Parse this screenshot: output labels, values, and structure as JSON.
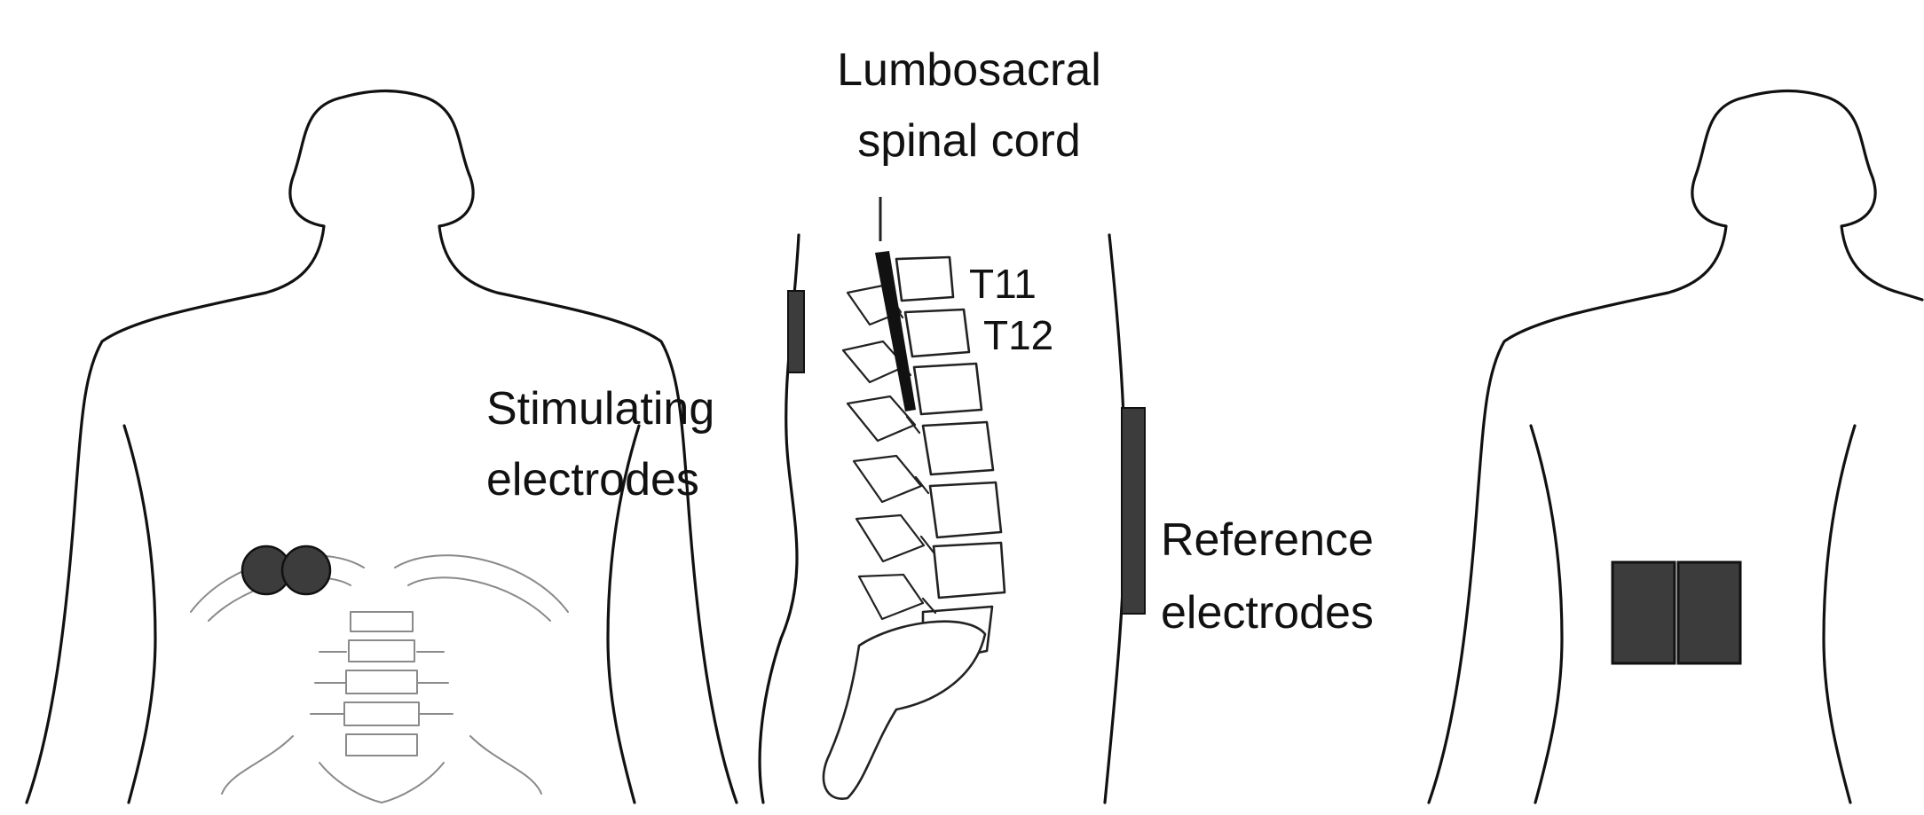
{
  "labels": {
    "cord_line1": "Lumbosacral",
    "cord_line2": "spinal cord",
    "t11": "T11",
    "t12": "T12",
    "stim_line1": "Stimulating",
    "stim_line2": "electrodes",
    "ref_line1": "Reference",
    "ref_line2": "electrodes"
  },
  "colors": {
    "outline": "#111111",
    "electrode_fill": "#3c3c3c",
    "spinal_cord": "#111111",
    "anatomy_grey": "#8a8a8a"
  }
}
